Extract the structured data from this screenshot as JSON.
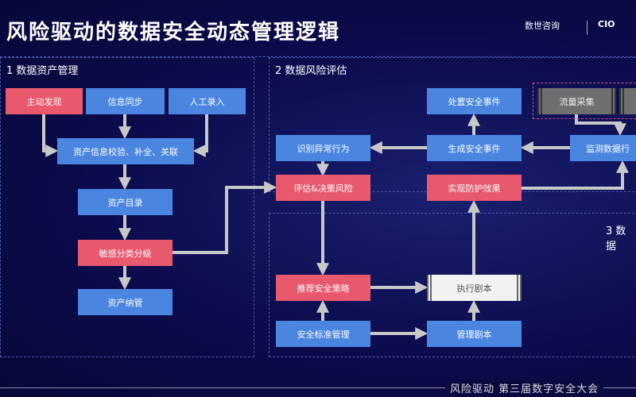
{
  "title": "风险驱动的数据安全动态管理逻辑",
  "logos": {
    "left": "数世咨询",
    "right": "CIO"
  },
  "sections": [
    {
      "label": "1 数据资产管理"
    },
    {
      "label": "2 数据风险评估"
    },
    {
      "label": "3 数据"
    }
  ],
  "nodes": {
    "active_discovery": "主动发现",
    "info_sync": "信息同步",
    "manual_entry": "人工录入",
    "asset_verify": "资产信息校验、补全、关联",
    "asset_catalog": "资产目录",
    "sensitive_class": "敏感分类分级",
    "asset_manage": "资产纳管",
    "handle_event": "处置安全事件",
    "traffic_collect": "流量采集",
    "identify_abnormal": "识别异常行为",
    "generate_event": "生成安全事件",
    "monitor_data": "监测数据行",
    "assess_risk": "评估&决策风险",
    "protect_effect": "实现防护效果",
    "recommend_policy": "推荐安全策略",
    "execute_script": "执行剧本",
    "standard_manage": "安全标准管理",
    "manage_script": "管理剧本"
  },
  "colors": {
    "blue": "#4a86e0",
    "red": "#e8596e",
    "arrow": "#c8c8c8",
    "background": "#0b0a4a"
  },
  "footer": "风险驱动 第三届数字安全大会"
}
